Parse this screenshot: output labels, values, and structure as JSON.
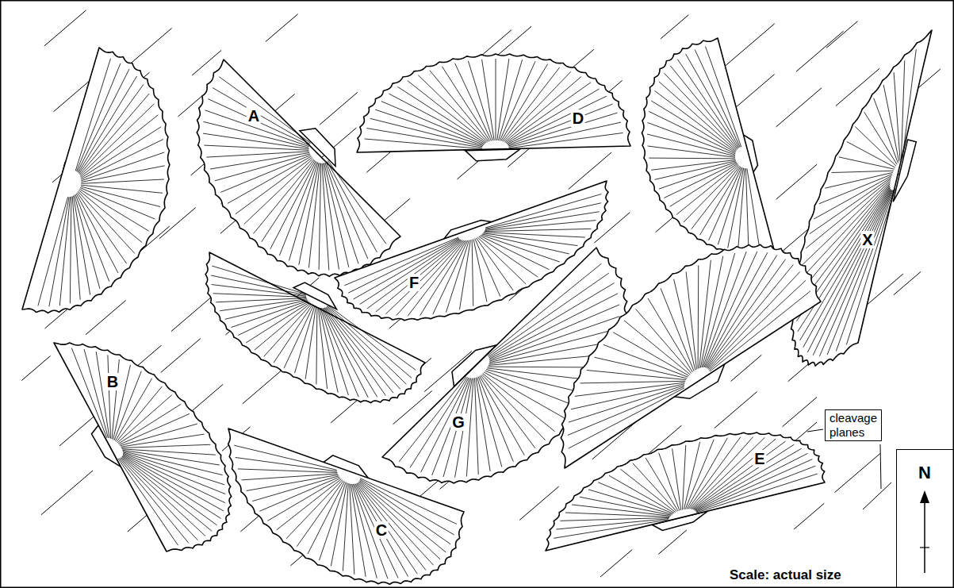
{
  "diagram": {
    "nodes": [
      {
        "text": [
          "cleavage planes"
        ]
      },
      {
        "text": [
          "N"
        ]
      }
    ],
    "labels": [
      "A",
      "B",
      "C",
      "D",
      "E",
      "F",
      "G",
      "X",
      "Scale: actual size"
    ]
  }
}
